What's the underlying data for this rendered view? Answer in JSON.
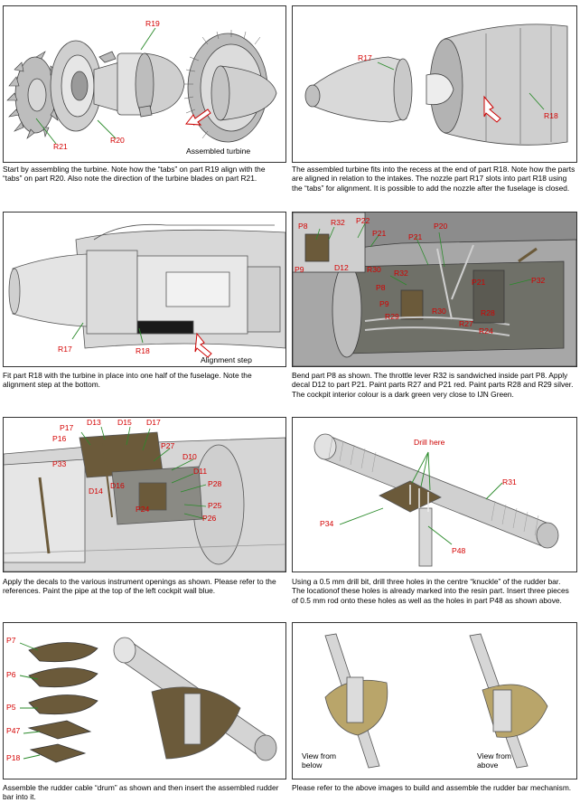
{
  "panels": [
    {
      "labels": {
        "R19": "R19",
        "R20": "R20",
        "R21": "R21"
      },
      "note": "Assembled turbine",
      "caption": "Start by assembling the turbine. Note how the “tabs” on part R19 align with the “tabs” on part R20.  Also note the direction of the turbine blades on part R21."
    },
    {
      "labels": {
        "R17": "R17",
        "R18": "R18"
      },
      "caption": "The assembled turbine fits into the recess at the end of part R18. Note how the parts are aligned in relation to the intakes. The nozzle part R17 slots into part R18 using the “tabs” for alignment. It is possible to add the nozzle after the fuselage is closed."
    },
    {
      "labels": {
        "R17": "R17",
        "R18": "R18"
      },
      "note": "Alignment step",
      "caption": "Fit part R18 with the turbine in place into one half of the fuselage. Note the alignment step at the bottom."
    },
    {
      "labels": [
        "P8",
        "R32",
        "P22",
        "P21",
        "D12",
        "R30",
        "P9",
        "P21",
        "P20",
        "R32",
        "P32",
        "P8",
        "P21",
        "P9",
        "R30",
        "R28",
        "R29",
        "R27",
        "R24"
      ],
      "caption": "Bend part P8 as shown. The throttle lever R32 is sandwiched inside part P8. Apply decal D12 to part P21. Paint parts R27 and P21 red. Paint parts R28 and R29 silver. The cockpit interior colour is a dark green very close to IJN Green."
    },
    {
      "labels": [
        "P17",
        "D13",
        "D15",
        "D17",
        "P16",
        "P27",
        "P33",
        "D10",
        "D11",
        "D14",
        "D16",
        "P28",
        "P25",
        "P24",
        "P26"
      ],
      "caption": "Apply the decals to the  various instrument openings as shown. Please refer to the references. Paint the pipe at the top of the left cockpit wall blue."
    },
    {
      "labels": {
        "P34": "P34",
        "R31": "R31",
        "P48": "P48"
      },
      "note": "Drill here",
      "caption": "Using a 0.5 mm drill bit, drill three holes in the centre “knuckle” of the rudder bar. The locationof these holes is already marked into the resin part. Insert three pieces of 0.5 mm rod onto these holes as well as the holes in part P48 as shown above."
    },
    {
      "labels": {
        "P7": "P7",
        "P6": "P6",
        "P5": "P5",
        "P47": "P47",
        "P18": "P18"
      },
      "caption": "Assemble the rudder cable “drum” as shown and then insert the assembled rudder bar into it."
    },
    {
      "notes": {
        "below": "View from below",
        "above": "View from above"
      },
      "caption": "Please refer to the above images to build and assemble the rudder bar mechanism."
    }
  ]
}
